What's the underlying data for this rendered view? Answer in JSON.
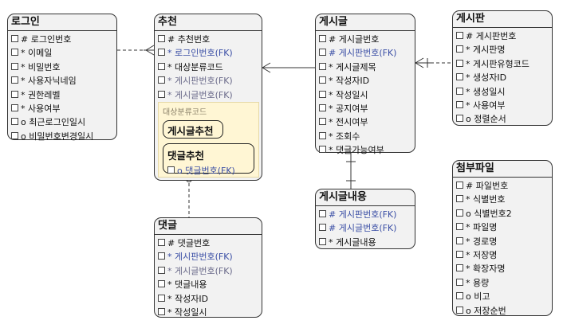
{
  "entities": {
    "login": {
      "title": "로그인",
      "attrs": [
        "# 로그인번호",
        "* 이메일",
        "* 비밀번호",
        "* 사용자닉네임",
        "* 권한레벨",
        "* 사용여부",
        "o 최근로그인일시",
        "o 비밀번호변경일시"
      ]
    },
    "recommend": {
      "title": "추천",
      "attrs": [
        "# 추천번호",
        "* 로그인번호(FK)",
        "* 대상분류코드",
        "* 게시판번호(FK)",
        "* 게시글번호(FK)"
      ],
      "subtype_group": {
        "label": "대상분류코드",
        "post_recommend": "게시글추천",
        "comment_recommend": {
          "title": "댓글추천",
          "attr": "o 댓글번호(FK)"
        }
      }
    },
    "post": {
      "title": "게시글",
      "attrs": [
        "# 게시글번호",
        "# 게시판번호(FK)",
        "* 게시글제목",
        "* 작성자ID",
        "* 작성일시",
        "* 공지여부",
        "* 전시여부",
        "* 조회수",
        "* 댓글가능여부"
      ]
    },
    "board": {
      "title": "게시판",
      "attrs": [
        "# 게시판번호",
        "* 게시판명",
        "* 게시판유형코드",
        "* 생성자ID",
        "* 생성일시",
        "* 사용여부",
        "o 정렬순서"
      ]
    },
    "post_content": {
      "title": "게시글내용",
      "attrs": [
        "# 게시판번호(FK)",
        "# 게시글번호(FK)",
        "* 게시글내용"
      ]
    },
    "comment": {
      "title": "댓글",
      "attrs": [
        "# 댓글번호",
        "* 게시판번호(FK)",
        "* 게시글번호(FK)",
        "* 댓글내용",
        "* 작성자ID",
        "* 작성일시"
      ]
    },
    "attachment": {
      "title": "첨부파일",
      "attrs": [
        "# 파일번호",
        "* 식별번호",
        "o 식별번호2",
        "* 파일명",
        "* 경로명",
        "* 저장명",
        "* 확장자명",
        "* 용량",
        "o 비고",
        "o 저장순번"
      ]
    }
  },
  "colors": {
    "border": "#333333",
    "fill": "#f2f2f2",
    "fk": "#3a4ea5",
    "subtype_fill": "#fff6d4"
  }
}
